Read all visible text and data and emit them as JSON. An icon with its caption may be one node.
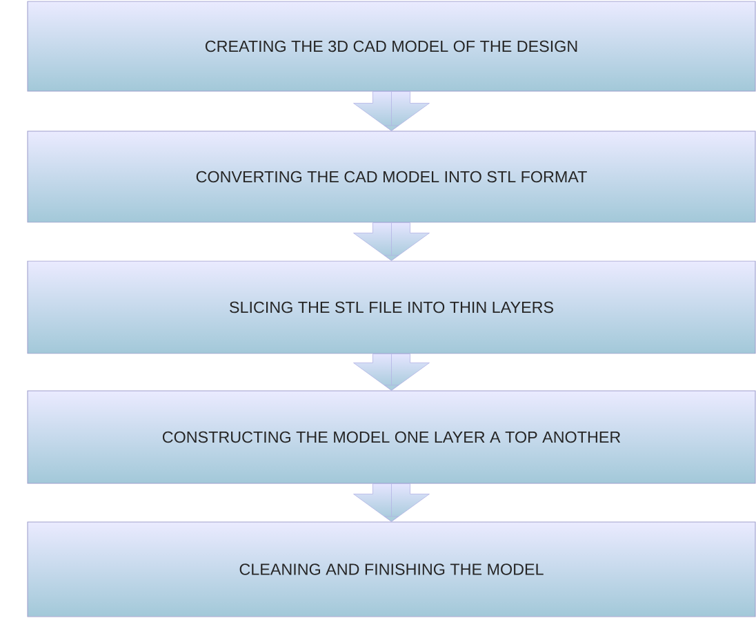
{
  "diagram": {
    "nodes": [
      {
        "text": [
          "CREATING THE 3D CAD MODEL OF THE DESIGN"
        ]
      },
      {
        "text": [
          "CONVERTING THE CAD MODEL INTO STL FORMAT"
        ]
      },
      {
        "text": [
          "SLICING THE STL FILE INTO THIN LAYERS"
        ]
      },
      {
        "text": [
          "CONSTRUCTING THE MODEL ONE LAYER A TOP ANOTHER"
        ]
      },
      {
        "text": [
          "CLEANING AND FINISHING THE MODEL"
        ]
      }
    ],
    "edges": [
      {
        "from": 0,
        "to": 1,
        "arrow": "to"
      },
      {
        "from": 1,
        "to": 2,
        "arrow": "to"
      },
      {
        "from": 2,
        "to": 3,
        "arrow": "to"
      },
      {
        "from": 3,
        "to": 4,
        "arrow": "to"
      }
    ]
  }
}
